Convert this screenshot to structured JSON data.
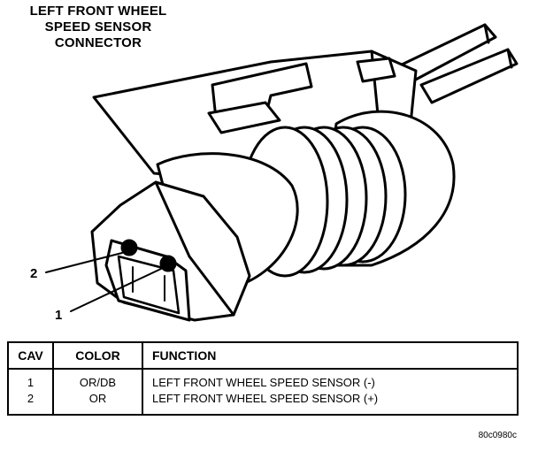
{
  "title": {
    "line1": "LEFT FRONT WHEEL",
    "line2": "SPEED SENSOR",
    "line3": "CONNECTOR"
  },
  "pin_labels": [
    "2",
    "1"
  ],
  "table": {
    "headers": [
      "CAV",
      "COLOR",
      "FUNCTION"
    ],
    "rows": [
      {
        "cav": "1",
        "color": "OR/DB",
        "function": "LEFT FRONT WHEEL SPEED SENSOR (-)"
      },
      {
        "cav": "2",
        "color": "OR",
        "function": "LEFT FRONT WHEEL SPEED SENSOR (+)"
      }
    ]
  },
  "figure_code": "80c0980c"
}
